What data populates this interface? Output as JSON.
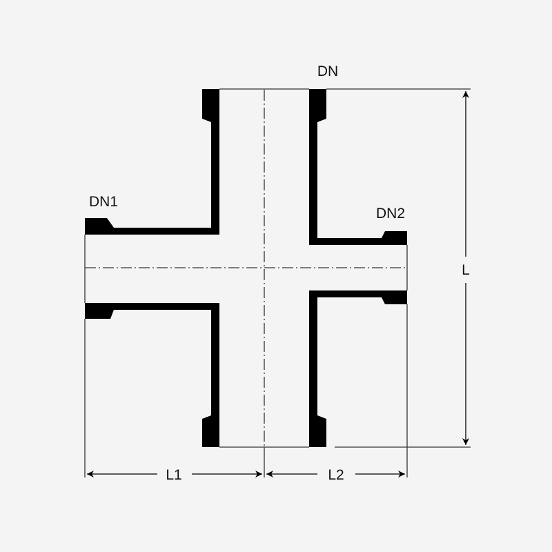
{
  "labels": {
    "dn": "DN",
    "dn1": "DN1",
    "dn2": "DN2",
    "length": "L",
    "length1": "L1",
    "length2": "L2"
  },
  "colors": {
    "background": "#f4f4f4",
    "ink": "#000000",
    "line": "#333333"
  }
}
